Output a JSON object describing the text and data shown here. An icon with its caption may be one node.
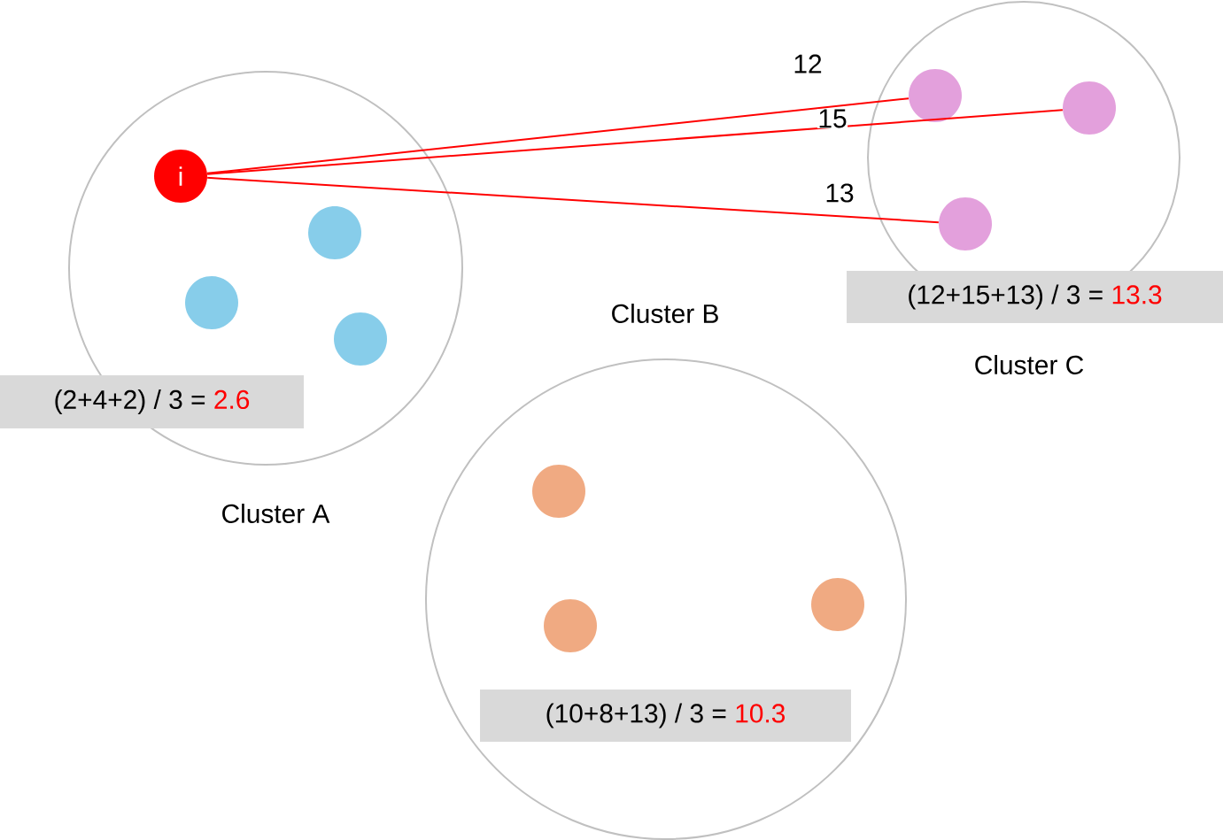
{
  "diagram": {
    "nodes": [
      {
        "text": [
          "Cluster A"
        ]
      },
      {
        "text": [
          "i"
        ],
        "in": 0
      },
      {
        "text": [],
        "shape": "circle",
        "in": 0
      },
      {
        "text": [],
        "shape": "circle",
        "in": 0
      },
      {
        "text": [],
        "shape": "circle",
        "in": 0
      },
      {
        "text": [
          "(2+4+2) / 3 =",
          "2.6"
        ]
      },
      {
        "text": [
          "Cluster C"
        ]
      },
      {
        "text": [],
        "shape": "circle",
        "in": 6
      },
      {
        "text": [],
        "shape": "circle",
        "in": 6
      },
      {
        "text": [],
        "shape": "circle",
        "in": 6
      },
      {
        "text": [
          "(12+15+13) / 3 =",
          "13.3"
        ]
      },
      {
        "text": [
          "Cluster B"
        ]
      },
      {
        "text": [],
        "shape": "circle",
        "in": 11
      },
      {
        "text": [],
        "shape": "circle",
        "in": 11
      },
      {
        "text": [],
        "shape": "circle",
        "in": 11
      },
      {
        "text": [
          "(10+8+13) / 3 =",
          "10.3"
        ],
        "in": 11
      }
    ],
    "edges": [
      {
        "from": 1,
        "to": 7,
        "arrow": "none",
        "label": "12",
        "color": "#ff0000"
      },
      {
        "from": 1,
        "to": 8,
        "arrow": "none",
        "label": "15",
        "color": "#ff0000"
      },
      {
        "from": 1,
        "to": 9,
        "arrow": "none",
        "label": "13",
        "color": "#ff0000"
      }
    ]
  }
}
